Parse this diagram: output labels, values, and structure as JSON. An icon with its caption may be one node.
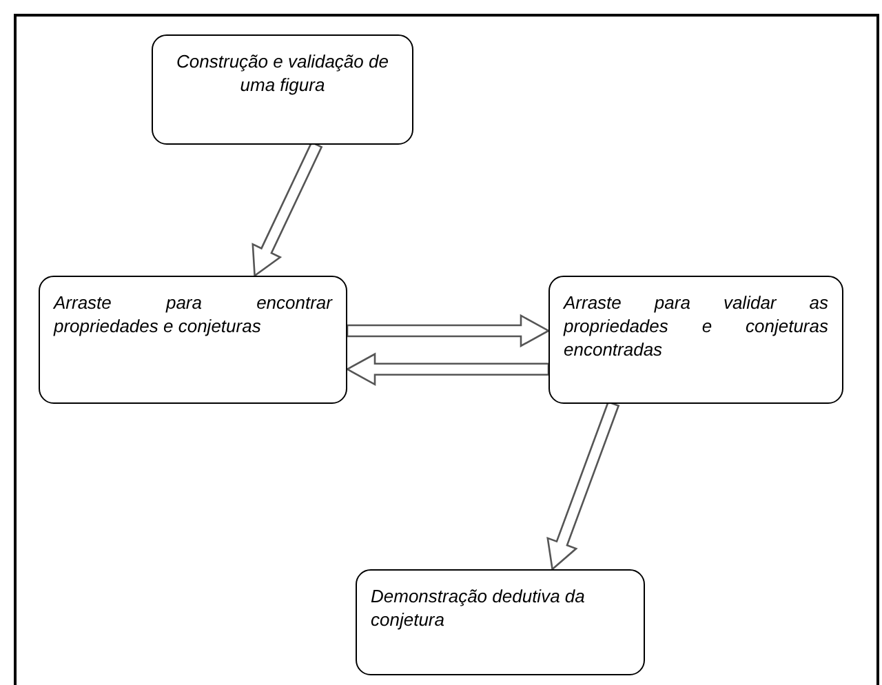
{
  "diagram": {
    "nodes": [
      {
        "text": [
          "Construção e validação de uma figura"
        ]
      },
      {
        "text": [
          "Arraste para encontrar propriedades e conjeturas"
        ]
      },
      {
        "text": [
          "Arraste para validar as propriedades e conjeturas encontradas"
        ]
      },
      {
        "text": [
          "Demonstração dedutiva da conjetura"
        ]
      }
    ],
    "edges": [
      {
        "from": 0,
        "to": 1,
        "arrow": "to"
      },
      {
        "from": 1,
        "to": 2,
        "arrow": "to"
      },
      {
        "from": 2,
        "to": 1,
        "arrow": "to"
      },
      {
        "from": 2,
        "to": 3,
        "arrow": "to"
      }
    ]
  }
}
